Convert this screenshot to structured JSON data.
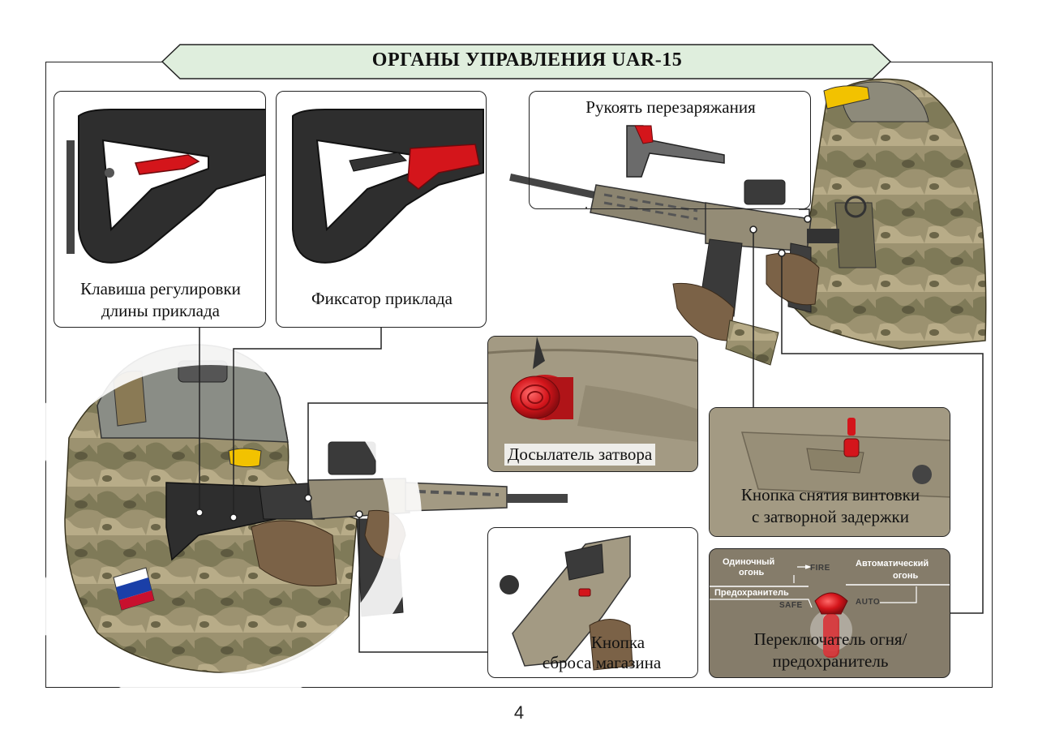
{
  "title": "ОРГАНЫ УПРАВЛЕНИЯ UAR-15",
  "page_number": "4",
  "panels": {
    "stock_length": {
      "caption_line1": "Клавиша регулировки",
      "caption_line2": "длины приклада"
    },
    "stock_lock": {
      "caption": "Фиксатор приклада"
    },
    "charging_handle": {
      "caption": "Рукоять перезаряжания"
    },
    "forward_assist": {
      "caption": "Досылатель затвора"
    },
    "bolt_release": {
      "caption_line1": "Кнопка снятия винтовки",
      "caption_line2": "с затворной задержки"
    },
    "mag_release": {
      "caption_line1": "Кнопка",
      "caption_line2": "сброса магазина"
    },
    "selector": {
      "caption_line1": "Переключатель огня/",
      "caption_line2": "предохранитель",
      "single_fire_line1": "Одиночный",
      "single_fire_line2": "огонь",
      "auto_fire_line1": "Автоматический",
      "auto_fire_line2": "огонь",
      "safety_label": "Предохранитель",
      "mark_fire": "FIRE",
      "mark_safe": "SAFE",
      "mark_auto": "AUTO"
    }
  },
  "colors": {
    "title_banner": "#dfeedd",
    "control_red": "#d4151b",
    "receiver_tan": "#a39a83",
    "stock_black": "#2e2e2e",
    "selector_panel": "#857c6a"
  }
}
